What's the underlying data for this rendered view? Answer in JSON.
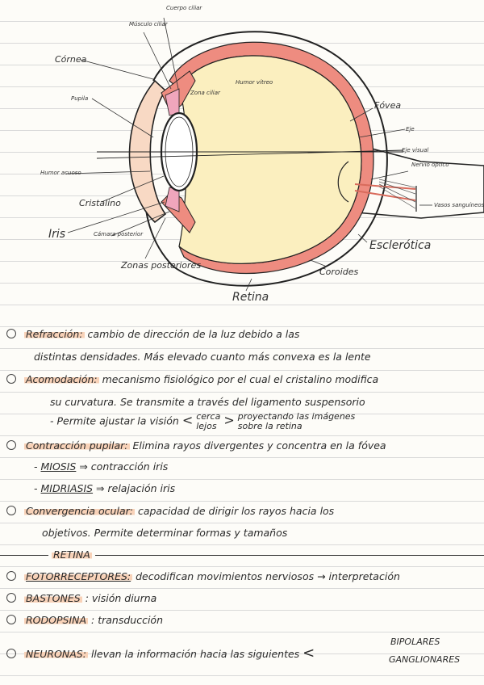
{
  "diagram": {
    "labels": {
      "cuerpo_ciliar": "Cuerpo ciliar",
      "musculo_ciliar": "Músculo ciliar",
      "cornea": "Córnea",
      "pupila": "Pupila",
      "humor_vitreo": "Humor vítreo",
      "zona_ciliar": "Zona ciliar",
      "humor_acuoso": "Humor acuoso",
      "cristalino": "Cristalino",
      "iris": "Iris",
      "camara_posterior": "Cámara posterior",
      "zonas_posteriores": "Zonas posteriores",
      "fovea": "Fóvea",
      "eje_optico": "Eje",
      "eje_visual": "Eje visual",
      "nervio_optico": "Nervio óptico",
      "vasos_sanguineos": "Vasos sanguíneos",
      "esclerotica": "Esclerótica",
      "coroides": "Coroides",
      "retina": "Retina"
    },
    "colors": {
      "vitreous": "#fbefbf",
      "choroid": "#ee8c80",
      "cornea_tint": "#f8d9c4",
      "iris": "#f0a6bc",
      "outline": "#222222"
    }
  },
  "notes": {
    "refraccion_term": "Refracción:",
    "refraccion_text": "cambio de dirección de la luz debido a las",
    "refraccion_text2": "distintas densidades. Más elevado cuanto más convexa es la lente",
    "acomodacion_term": "Acomodación:",
    "acomodacion_text": "mecanismo fisiológico por el cual el cristalino modifica",
    "acomodacion_text2": "su curvatura. Se transmite a través del ligamento suspensorio",
    "acomodacion_sub": "- Permite ajustar la visión",
    "cerca": "cerca",
    "lejos": "lejos",
    "proyectando": "proyectando las imágenes",
    "sobre_retina": "sobre la retina",
    "contraccion_term": "Contracción pupilar:",
    "contraccion_text": "Elimina rayos divergentes y concentra en la fóvea",
    "miosis_term": "MIOSIS",
    "miosis_text": "contracción iris",
    "midriasis_term": "MIDRIASIS",
    "midriasis_text": "relajación iris",
    "convergencia_term": "Convergencia ocular:",
    "convergencia_text": "capacidad de dirigir los rayos hacia los",
    "convergencia_text2": "objetivos. Permite determinar formas y tamaños",
    "retina_heading": "RETINA",
    "fotorreceptores_term": "FOTORRECEPTORES:",
    "fotorreceptores_text": "decodifican movimientos nerviosos → interpretación",
    "bastones_term": "BASTONES",
    "bastones_text": ": visión diurna",
    "rodopsina_term": "RODOPSINA",
    "rodopsina_text": ": transducción",
    "neuronas_term": "NEURONAS:",
    "neuronas_text": "llevan la información hacia las siguientes",
    "bipolares": "BIPOLARES",
    "ganglionares": "GANGLIONARES"
  }
}
